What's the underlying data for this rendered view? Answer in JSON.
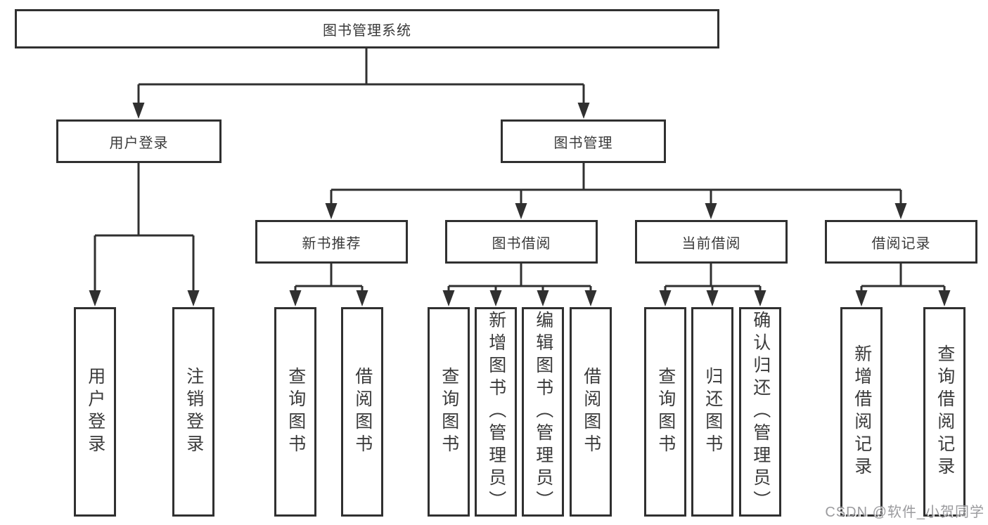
{
  "diagram": {
    "root": {
      "label": "图书管理系统"
    },
    "branches": [
      {
        "label": "用户登录",
        "children": [
          {
            "label": "用户登录"
          },
          {
            "label": "注销登录"
          }
        ]
      },
      {
        "label": "图书管理",
        "children": [
          {
            "label": "新书推荐",
            "children": [
              {
                "label": "查询图书"
              },
              {
                "label": "借阅图书"
              }
            ]
          },
          {
            "label": "图书借阅",
            "children": [
              {
                "label": "查询图书"
              },
              {
                "label": "新增图书（管理员）"
              },
              {
                "label": "编辑图书（管理员）"
              },
              {
                "label": "借阅图书"
              }
            ]
          },
          {
            "label": "当前借阅",
            "children": [
              {
                "label": "查询图书"
              },
              {
                "label": "归还图书"
              },
              {
                "label": "确认归还（管理员）"
              }
            ]
          },
          {
            "label": "借阅记录",
            "children": [
              {
                "label": "新增借阅记录"
              },
              {
                "label": "查询借阅记录"
              }
            ]
          }
        ]
      }
    ]
  },
  "colors": {
    "line": "#303030",
    "box_border": "#303030",
    "box_background": "#ffffff",
    "text": "#3a3a3a",
    "watermark": "#9b9b9e"
  },
  "watermark": {
    "text": "CSDN @软件_小贺同学"
  }
}
